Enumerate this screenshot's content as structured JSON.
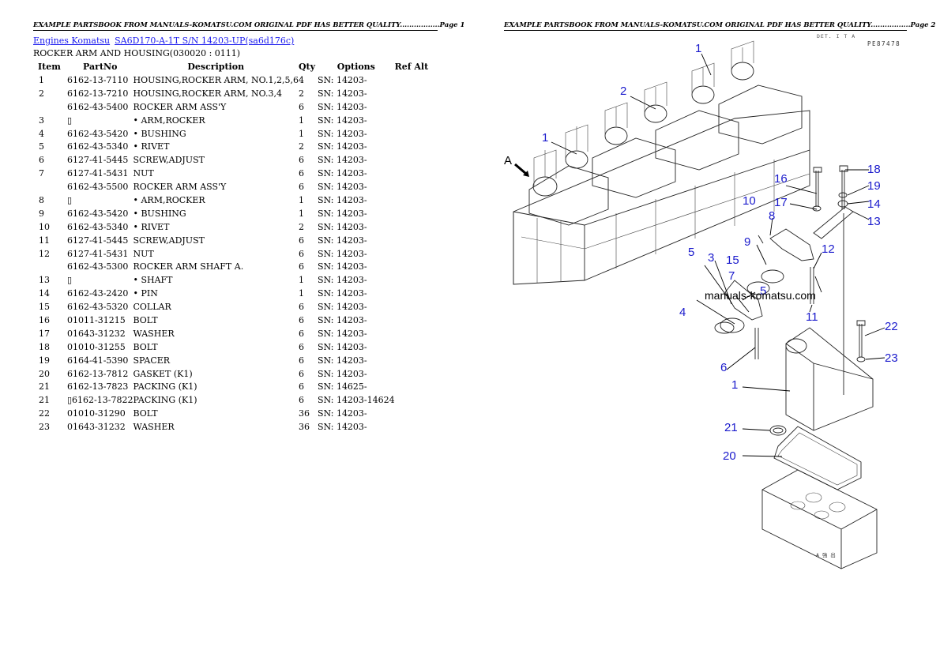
{
  "header": {
    "page1": "EXAMPLE PARTSBOOK FROM MANUALS-KOMATSU.COM ORIGINAL PDF HAS BETTER QUALITY.................Page 1",
    "page2": "EXAMPLE PARTSBOOK FROM MANUALS-KOMATSU.COM ORIGINAL PDF HAS BETTER QUALITY.................Page 2"
  },
  "breadcrumb": {
    "link1": "Engines Komatsu",
    "link2": "SA6D170-A-1T S/N 14203-UP(sa6d176c)"
  },
  "section_title": "ROCKER ARM AND HOUSING(030020 : 0111)",
  "table": {
    "columns": [
      "Item",
      "PartNo",
      "Description",
      "Qty",
      "Options",
      "Ref Alt"
    ],
    "rows": [
      {
        "item": "1",
        "part": "6162-13-7110",
        "desc": "HOUSING,ROCKER ARM, NO.1,2,5,6",
        "qty": "4",
        "opt": "SN: 14203-"
      },
      {
        "item": "2",
        "part": "6162-13-7210",
        "desc": "HOUSING,ROCKER ARM, NO.3,4",
        "qty": "2",
        "opt": "SN: 14203-"
      },
      {
        "item": "",
        "part": "6162-43-5400",
        "desc": "ROCKER ARM ASS'Y",
        "qty": "6",
        "opt": "SN: 14203-"
      },
      {
        "item": "3",
        "part": "▯",
        "desc": "• ARM,ROCKER",
        "qty": "1",
        "opt": "SN: 14203-"
      },
      {
        "item": "4",
        "part": "6162-43-5420",
        "desc": "• BUSHING",
        "qty": "1",
        "opt": "SN: 14203-"
      },
      {
        "item": "5",
        "part": "6162-43-5340",
        "desc": "• RIVET",
        "qty": "2",
        "opt": "SN: 14203-"
      },
      {
        "item": "6",
        "part": "6127-41-5445",
        "desc": "SCREW,ADJUST",
        "qty": "6",
        "opt": "SN: 14203-"
      },
      {
        "item": "7",
        "part": "6127-41-5431",
        "desc": "NUT",
        "qty": "6",
        "opt": "SN: 14203-"
      },
      {
        "item": "",
        "part": "6162-43-5500",
        "desc": "ROCKER ARM ASS'Y",
        "qty": "6",
        "opt": "SN: 14203-"
      },
      {
        "item": "8",
        "part": "▯",
        "desc": "• ARM,ROCKER",
        "qty": "1",
        "opt": "SN: 14203-"
      },
      {
        "item": "9",
        "part": "6162-43-5420",
        "desc": "• BUSHING",
        "qty": "1",
        "opt": "SN: 14203-"
      },
      {
        "item": "10",
        "part": "6162-43-5340",
        "desc": "• RIVET",
        "qty": "2",
        "opt": "SN: 14203-"
      },
      {
        "item": "11",
        "part": "6127-41-5445",
        "desc": "SCREW,ADJUST",
        "qty": "6",
        "opt": "SN: 14203-"
      },
      {
        "item": "12",
        "part": "6127-41-5431",
        "desc": "NUT",
        "qty": "6",
        "opt": "SN: 14203-"
      },
      {
        "item": "",
        "part": "6162-43-5300",
        "desc": "ROCKER ARM SHAFT A.",
        "qty": "6",
        "opt": "SN: 14203-"
      },
      {
        "item": "13",
        "part": "▯",
        "desc": "• SHAFT",
        "qty": "1",
        "opt": "SN: 14203-"
      },
      {
        "item": "14",
        "part": "6162-43-2420",
        "desc": "• PIN",
        "qty": "1",
        "opt": "SN: 14203-"
      },
      {
        "item": "15",
        "part": "6162-43-5320",
        "desc": "COLLAR",
        "qty": "6",
        "opt": "SN: 14203-"
      },
      {
        "item": "16",
        "part": "01011-31215",
        "desc": "BOLT",
        "qty": "6",
        "opt": "SN: 14203-"
      },
      {
        "item": "17",
        "part": "01643-31232",
        "desc": "WASHER",
        "qty": "6",
        "opt": "SN: 14203-"
      },
      {
        "item": "18",
        "part": "01010-31255",
        "desc": "BOLT",
        "qty": "6",
        "opt": "SN: 14203-"
      },
      {
        "item": "19",
        "part": "6164-41-5390",
        "desc": "SPACER",
        "qty": "6",
        "opt": "SN: 14203-"
      },
      {
        "item": "20",
        "part": "6162-13-7812",
        "desc": "GASKET (K1)",
        "qty": "6",
        "opt": "SN: 14203-"
      },
      {
        "item": "21",
        "part": "6162-13-7823",
        "desc": "PACKING (K1)",
        "qty": "6",
        "opt": "SN: 14625-"
      },
      {
        "item": "21",
        "part": "▯6162-13-7822",
        "desc": "PACKING (K1)",
        "qty": "6",
        "opt": "SN: 14203-14624"
      },
      {
        "item": "22",
        "part": "01010-31290",
        "desc": "BOLT",
        "qty": "36",
        "opt": "SN: 14203-"
      },
      {
        "item": "23",
        "part": "01643-31232",
        "desc": "WASHER",
        "qty": "36",
        "opt": "SN: 14203-"
      }
    ]
  },
  "diagram": {
    "sheet_id": "PE87478",
    "sheet_id_small": "DET. I T A",
    "watermark": "manuals-komatsu.com",
    "view_label": "A",
    "callouts": [
      "1",
      "2",
      "1",
      "3",
      "4",
      "5",
      "5",
      "6",
      "7",
      "8",
      "9",
      "10",
      "11",
      "12",
      "13",
      "14",
      "15",
      "16",
      "17",
      "18",
      "19",
      "20",
      "21",
      "22",
      "23",
      "1"
    ],
    "foot": "A   強 出"
  }
}
